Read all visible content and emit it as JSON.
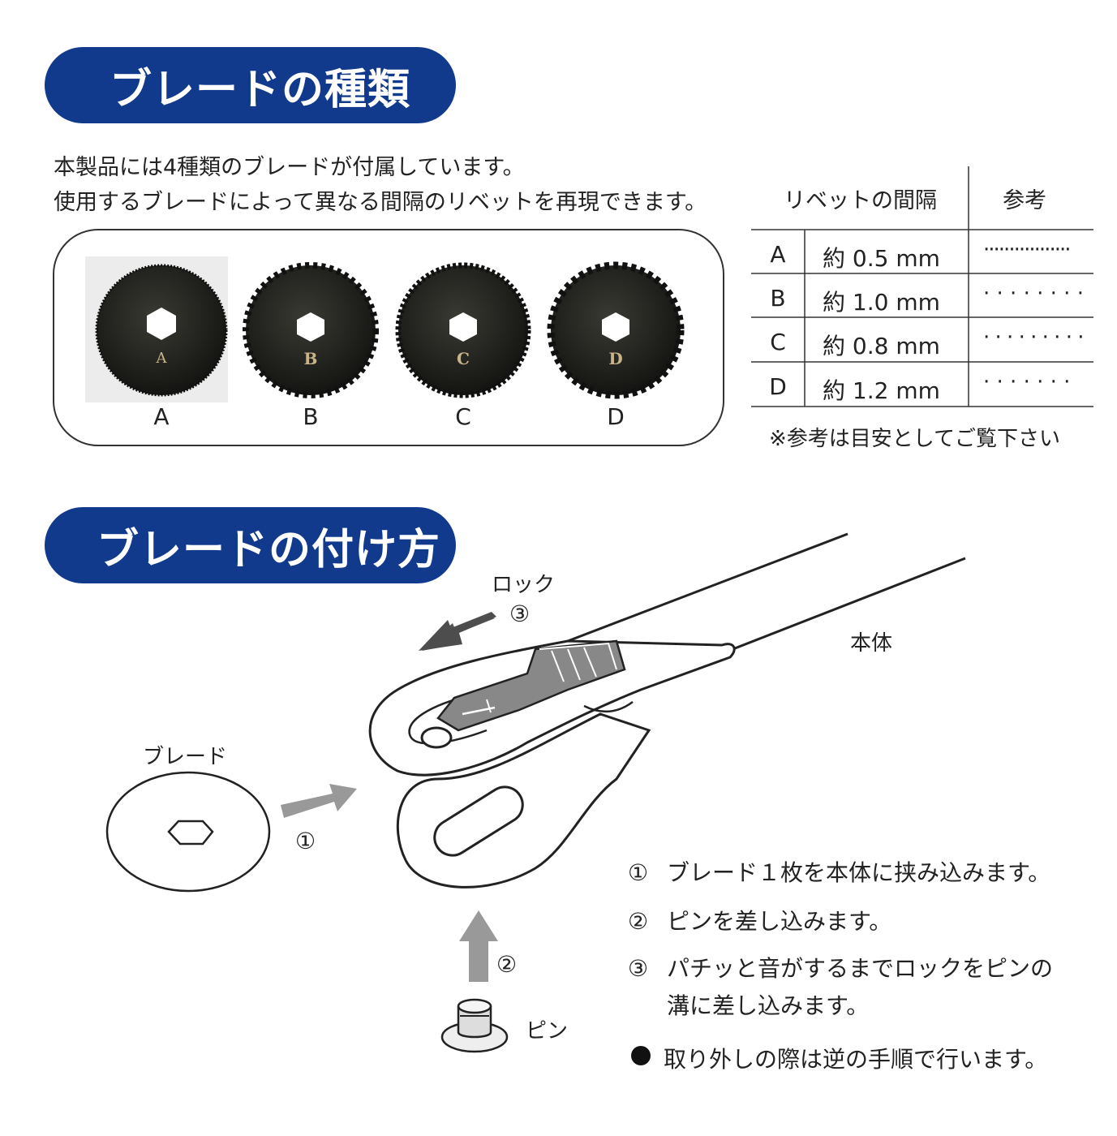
{
  "section1": {
    "title": "ブレードの種類"
  },
  "intro": {
    "line1": "本製品には4種類のブレードが付属しています。",
    "line2": "使用するブレードによって異なる間隔のリベットを再現できます。"
  },
  "blades": [
    {
      "label": "A",
      "engraving": "A"
    },
    {
      "label": "B",
      "engraving": "B"
    },
    {
      "label": "C",
      "engraving": "C"
    },
    {
      "label": "D",
      "engraving": "D"
    }
  ],
  "spacing_table": {
    "header_spacing": "リベットの間隔",
    "header_reference": "参考",
    "rows": [
      {
        "blade": "A",
        "spacing": "約 0.5 mm",
        "sample": "·················"
      },
      {
        "blade": "B",
        "spacing": "約 1.0 mm",
        "sample": "·  ·  ·  ·  ·  ·  ·  ·"
      },
      {
        "blade": "C",
        "spacing": "約 0.8 mm",
        "sample": "·  ·  ·  ·  ·  ·  ·  ·  ·"
      },
      {
        "blade": "D",
        "spacing": "約 1.2 mm",
        "sample": "·   ·   ·   ·   ·   ·   ·"
      }
    ],
    "note": "※参考は目安としてご覧下さい"
  },
  "section2": {
    "title": "ブレードの付け方"
  },
  "diagram_labels": {
    "lock": "ロック",
    "lock_step": "③",
    "body": "本体",
    "blade": "ブレード",
    "blade_step": "①",
    "pin": "ピン",
    "pin_step": "②"
  },
  "steps": [
    {
      "num": "①",
      "text": "ブレード１枚を本体に挟み込みます。"
    },
    {
      "num": "②",
      "text": "ピンを差し込みます。"
    },
    {
      "num": "③",
      "text": "パチッと音がするまでロックをピンの"
    },
    {
      "num": "",
      "text": "溝に差し込みます。"
    }
  ],
  "removal_note": {
    "bullet": "●",
    "text": "取り外しの際は逆の手順で行います。"
  }
}
